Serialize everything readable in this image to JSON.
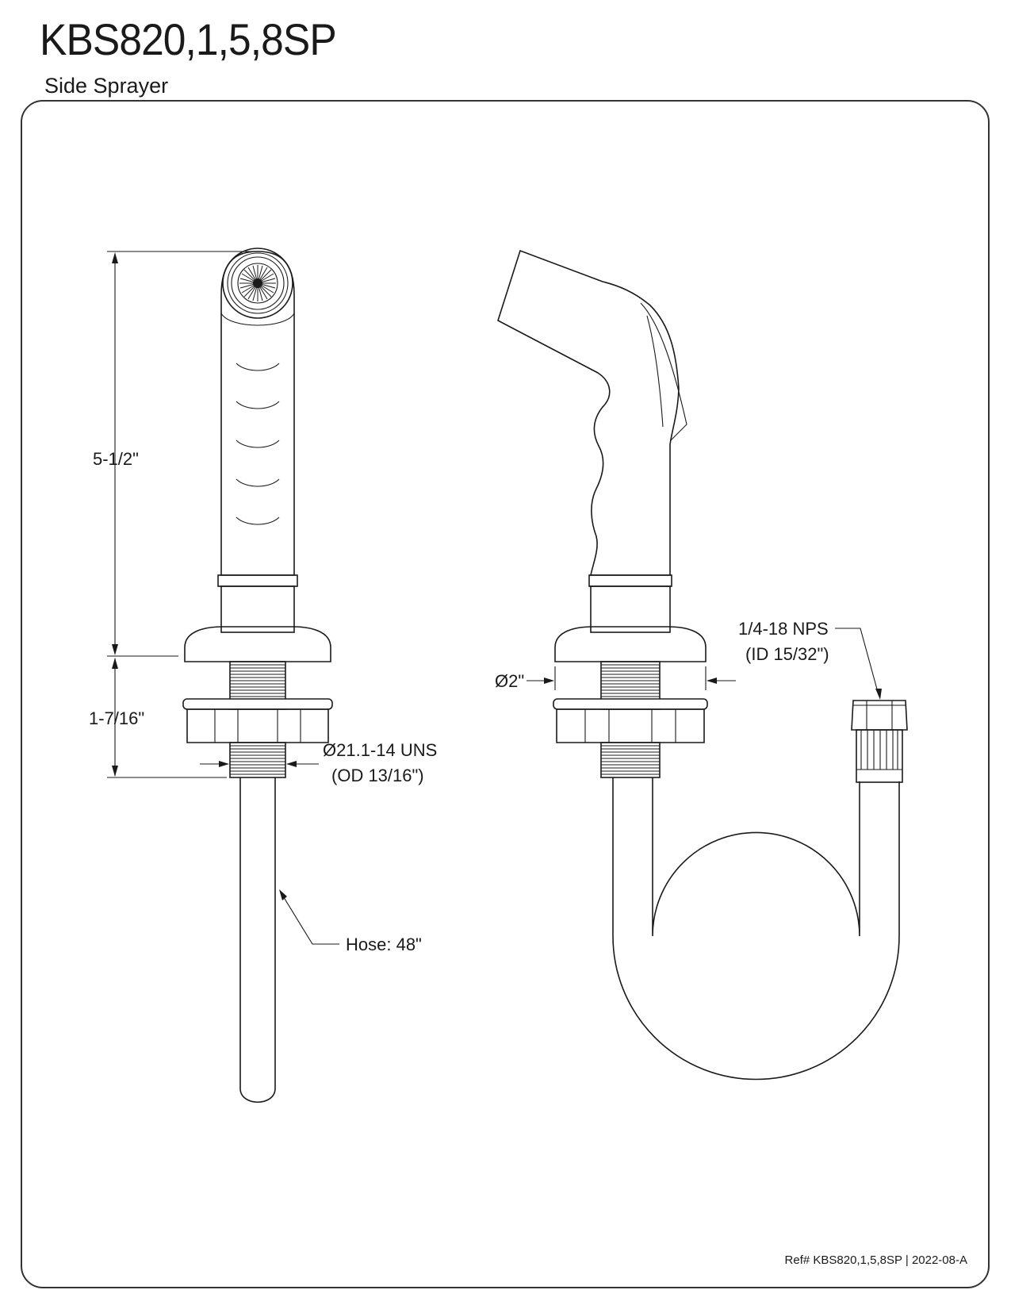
{
  "header": {
    "title": "KBS820,1,5,8SP",
    "subtitle": "Side Sprayer"
  },
  "dimensions": {
    "height_sprayer": "5-1/2\"",
    "height_shank": "1-7/16\"",
    "thread_line1": "Ø21.1-14 UNS",
    "thread_line2": "(OD 13/16\")",
    "hose": "Hose: 48\"",
    "base_diameter": "Ø2\"",
    "fitting_line1": "1/4-18 NPS",
    "fitting_line2": "(ID 15/32\")"
  },
  "footer": {
    "reference": "Ref# KBS820,1,5,8SP | 2022-08-A"
  }
}
